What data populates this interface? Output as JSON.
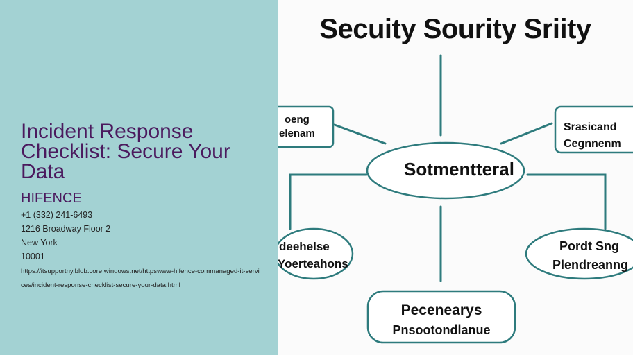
{
  "info_panel": {
    "title": "Incident Response Checklist: Secure Your Data",
    "company": "HIFENCE",
    "phone": "+1 (332) 241-6493",
    "address_line1": "1216 Broadway Floor 2",
    "city": "New York",
    "zip": "10001",
    "url": "https://itsupportny.blob.core.windows.net/httpswww-hifence-commanaged-it-services/incident-response-checklist-secure-your-data.html",
    "background_color": "#a3d2d3",
    "title_color": "#4b1a5e"
  },
  "diagram": {
    "title": "Secuity Sourity Sriity",
    "center_label": "Sotmentteral",
    "nodes": {
      "top_left": [
        "oeng",
        "elenam"
      ],
      "top_right": [
        "Srasicand",
        "Cegnnenm"
      ],
      "mid_left": [
        "deehelse",
        "Yoerteahons"
      ],
      "mid_right": [
        "Pordt Sng",
        "Plendreanng"
      ],
      "bottom": [
        "Pecenearys",
        "Pnsootondlanue"
      ]
    },
    "line_color": "#2e7b7d",
    "node_border_color": "#2e7b7d"
  }
}
